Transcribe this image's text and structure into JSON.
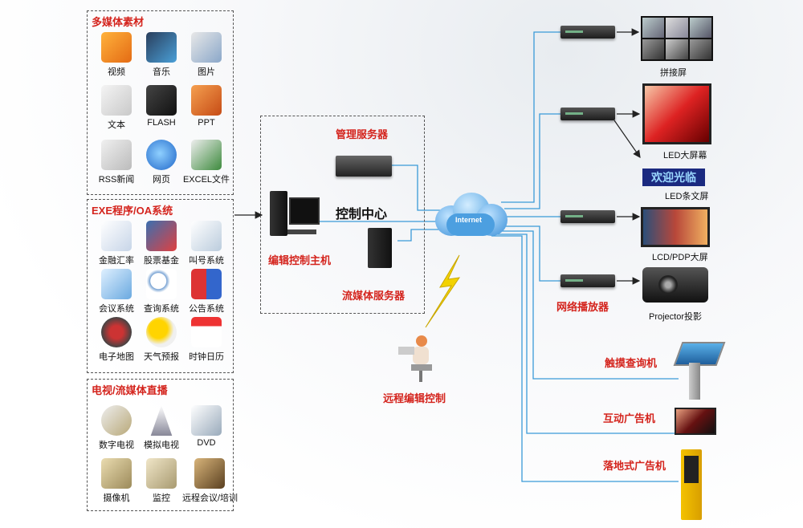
{
  "multimedia": {
    "title": "多媒体素材",
    "items": [
      {
        "label": "视频",
        "icon": "video-icon"
      },
      {
        "label": "音乐",
        "icon": "music-icon"
      },
      {
        "label": "图片",
        "icon": "picture-icon"
      },
      {
        "label": "文本",
        "icon": "text-icon"
      },
      {
        "label": "FLASH",
        "icon": "flash-icon"
      },
      {
        "label": "PPT",
        "icon": "ppt-icon"
      },
      {
        "label": "RSS新闻",
        "icon": "rss-icon"
      },
      {
        "label": "网页",
        "icon": "webpage-icon"
      },
      {
        "label": "EXCEL文件",
        "icon": "excel-icon"
      }
    ]
  },
  "exe": {
    "title": "EXE程序/OA系统",
    "items": [
      {
        "label": "金融汇率",
        "icon": "finance-icon"
      },
      {
        "label": "股票基金",
        "icon": "stock-icon"
      },
      {
        "label": "叫号系统",
        "icon": "queue-icon"
      },
      {
        "label": "会议系统",
        "icon": "meeting-icon"
      },
      {
        "label": "查询系统",
        "icon": "query-icon"
      },
      {
        "label": "公告系统",
        "icon": "notice-icon"
      },
      {
        "label": "电子地图",
        "icon": "map-icon"
      },
      {
        "label": "天气预报",
        "icon": "weather-icon"
      },
      {
        "label": "时钟日历",
        "icon": "calendar-icon"
      }
    ]
  },
  "tv": {
    "title": "电视/流媒体直播",
    "items": [
      {
        "label": "数字电视",
        "icon": "satellite-icon"
      },
      {
        "label": "模拟电视",
        "icon": "tower-icon"
      },
      {
        "label": "DVD",
        "icon": "dvd-icon"
      },
      {
        "label": "摄像机",
        "icon": "camcorder-icon"
      },
      {
        "label": "监控",
        "icon": "cctv-icon"
      },
      {
        "label": "远程会议/培训",
        "icon": "conference-icon"
      }
    ]
  },
  "center": {
    "mgmt_server": "管理服务器",
    "control_center": "控制中心",
    "edit_host": "编辑控制主机",
    "streaming_server": "流媒体服务器",
    "internet": "Internet",
    "remote": "远程编辑控制"
  },
  "outputs": {
    "splice": "拼接屏",
    "led_big": "LED大屏幕",
    "led_text_content": "欢迎光临",
    "led_text": "LED条文屏",
    "lcd": "LCD/PDP大屏",
    "projector": "Projector投影",
    "player": "网络播放器",
    "touch": "触摸查询机",
    "interactive": "互动广告机",
    "floor": "落地式广告机"
  },
  "colors": {
    "accent_red": "#d4241d",
    "line_blue": "#3a9ad8",
    "cloud_blue": "#5aa7e6"
  }
}
